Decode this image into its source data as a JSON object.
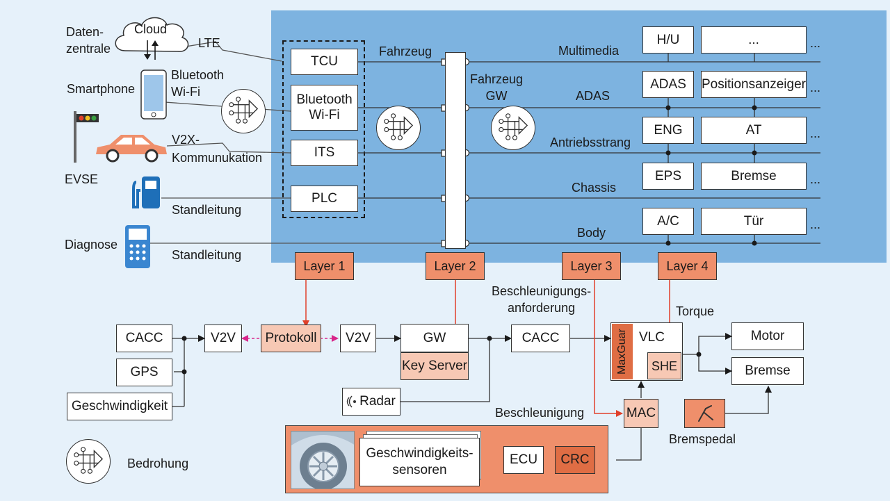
{
  "left": {
    "datenzentrale": "Daten-\nzentrale",
    "cloud": "Cloud",
    "lte": "LTE",
    "smartphone": "Smartphone",
    "bluetooth_wifi": "Bluetooth\nWi-Fi",
    "v2x": "V2X-\nKommunukation",
    "evse": "EVSE",
    "standleitung1": "Standleitung",
    "diagnose": "Diagnose",
    "standleitung2": "Standleitung"
  },
  "gateway_modules": {
    "tcu": "TCU",
    "bt": "Bluetooth\nWi-Fi",
    "its": "ITS",
    "plc": "PLC"
  },
  "vehicle": {
    "fahrzeug": "Fahrzeug",
    "fahrzeug_gw": "Fahrzeug\nGW"
  },
  "buses": {
    "multimedia": "Multimedia",
    "adas": "ADAS",
    "antrieb": "Antriebsstrang",
    "chassis": "Chassis",
    "body": "Body"
  },
  "ecus": {
    "hu": "H/U",
    "ellipsis_box": "...",
    "adas": "ADAS",
    "positionsanzeiger": "Positionsanzeiger",
    "eng": "ENG",
    "at": "AT",
    "eps": "EPS",
    "bremse": "Bremse",
    "ac": "A/C",
    "tuer": "Tür",
    "more": "..."
  },
  "layers": {
    "l1": "Layer 1",
    "l2": "Layer 2",
    "l3": "Layer 3",
    "l4": "Layer 4"
  },
  "flow": {
    "cacc_in": "CACC",
    "gps": "GPS",
    "geschwindigkeit": "Geschwindigkeit",
    "v2v_a": "V2V",
    "protokoll": "Protokoll",
    "v2v_b": "V2V",
    "gw": "GW",
    "key_server": "Key Server",
    "radar": "Radar",
    "beschl_anf": "Beschleunigungs-\nanforderung",
    "cacc_out": "CACC",
    "maxguar": "MaxGuar",
    "vlc": "VLC",
    "she": "SHE",
    "torque": "Torque",
    "motor": "Motor",
    "bremse": "Bremse",
    "mac": "MAC",
    "beschleunigung": "Beschleunigung",
    "bremspedal": "Bremspedal",
    "sensors": "Geschwindigkeits-\nsensoren",
    "ecu": "ECU",
    "crc": "CRC"
  },
  "legend": {
    "bedrohung": "Bedrohung"
  },
  "colors": {
    "panel_blue": "#7db3e0",
    "layer_orange": "#ef8f6b",
    "salmon": "#f7c8b4",
    "arrow_red": "#e0402a",
    "arrow_magenta": "#d8258a"
  }
}
